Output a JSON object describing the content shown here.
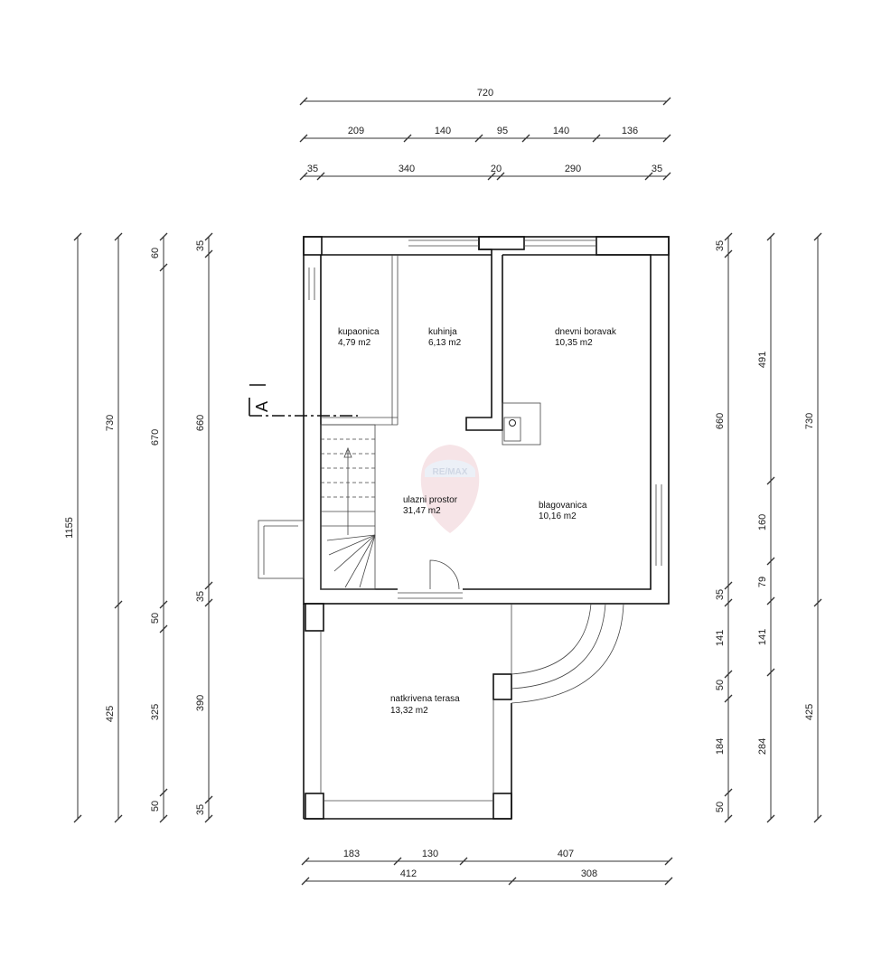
{
  "rooms": {
    "bathroom": {
      "name": "kupaonica",
      "area": "4,79 m2"
    },
    "kitchen": {
      "name": "kuhinja",
      "area": "6,13 m2"
    },
    "living": {
      "name": "dnevni boravak",
      "area": "10,35 m2"
    },
    "entrance": {
      "name": "ulazni prostor",
      "area": "31,47 m2"
    },
    "dining": {
      "name": "blagovanica",
      "area": "10,16 m2"
    },
    "terrace": {
      "name": "natkrivena terasa",
      "area": "13,32 m2"
    }
  },
  "section_label": "A",
  "watermark": "RE/MAX",
  "dimensions": {
    "top": {
      "overall": "720",
      "row2": [
        "209",
        "140",
        "95",
        "140",
        "136"
      ],
      "row3": [
        "35",
        "340",
        "20",
        "290",
        "35"
      ]
    },
    "bottom": {
      "row1": [
        "183",
        "130",
        "407"
      ],
      "row2": [
        "412",
        "308"
      ]
    },
    "left": {
      "col1": "1155",
      "col2": [
        "730",
        "425"
      ],
      "col3": [
        "60",
        "670",
        "50",
        "325",
        "50"
      ],
      "col4": [
        "35",
        "660",
        "35",
        "390",
        "35"
      ]
    },
    "right": {
      "col1": [
        "35",
        "660",
        "35",
        "141",
        "50",
        "184",
        "50"
      ],
      "col2": [
        "491",
        "160",
        "79",
        "141",
        "284"
      ],
      "col3": [
        "730",
        "425"
      ]
    }
  }
}
